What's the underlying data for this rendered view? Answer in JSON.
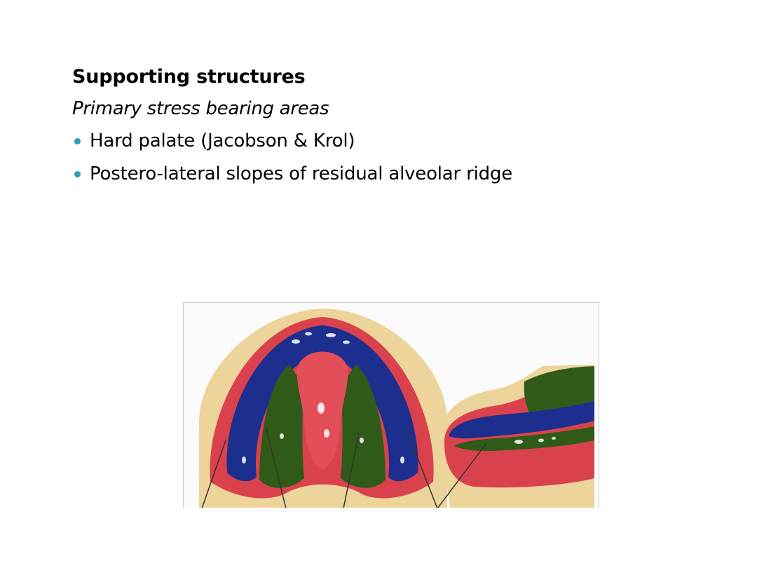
{
  "slide": {
    "heading": "Supporting structures",
    "subheading": "Primary stress bearing areas",
    "bullets": [
      "Hard palate (Jacobson & Krol)",
      "Postero-lateral slopes of residual alveolar ridge"
    ],
    "bullet_color": "#2a9fb3"
  },
  "figure": {
    "colors": {
      "base_cast": "#ecd49a",
      "tissue_red": "#d9424c",
      "ridge_blue": "#1c2f8f",
      "slope_green": "#2f5a18",
      "highlight": "#ffffff",
      "leader_line": "#333333"
    }
  }
}
